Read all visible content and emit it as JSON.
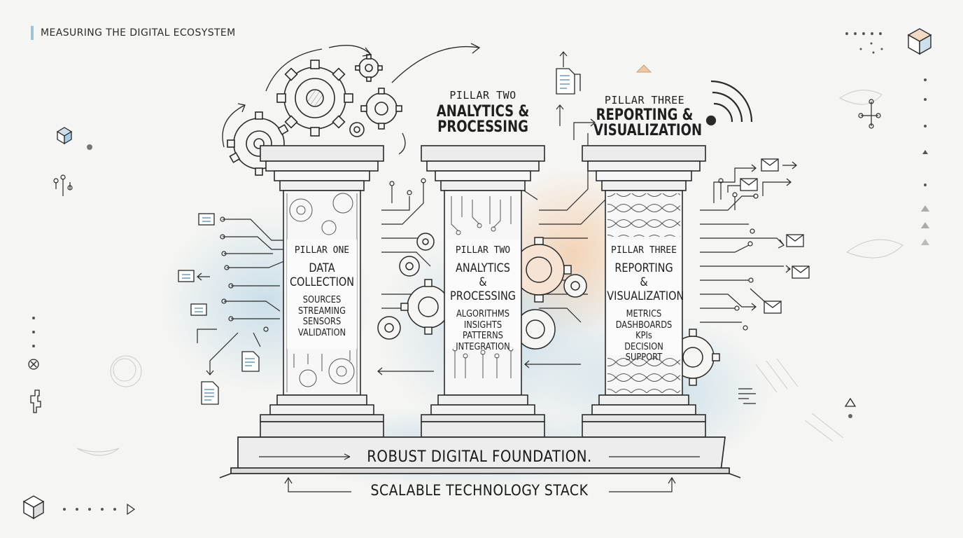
{
  "header": {
    "title": "MEASURING THE DIGITAL ECOSYSTEM"
  },
  "pillars": [
    {
      "top_small": "",
      "top_big_lines": [],
      "inner_small": "PILLAR ONE",
      "inner_big_lines": [
        "DATA",
        "COLLECTION"
      ],
      "items": [
        "SOURCES",
        "STREAMING",
        "SENSORS",
        "VALIDATION"
      ]
    },
    {
      "top_small": "PILLAR TWO",
      "top_big_lines": [
        "ANALYTICS &",
        "PROCESSING"
      ],
      "inner_small": "PILLAR TWO",
      "inner_big_lines": [
        "ANALYTICS",
        "& PROCESSING"
      ],
      "items": [
        "ALGORITHMS",
        "INSIGHTS",
        "PATTERNS",
        "INTEGRATION"
      ]
    },
    {
      "top_small": "PILLAR THREE",
      "top_big_lines": [
        "REPORTING &",
        "VISUALIZATION"
      ],
      "inner_small": "PILLAR THREE",
      "inner_big_lines": [
        "REPORTING",
        "& VISUALIZATION"
      ],
      "items": [
        "METRICS",
        "DASHBOARDS",
        "KPIs",
        "DECISION",
        "SUPPORT"
      ]
    }
  ],
  "foundation": {
    "label": "ROBUST DIGITAL FOUNDATION.",
    "stack_label": "SCALABLE TECHNOLOGY STACK"
  },
  "colors": {
    "ink": "#2a2a2a",
    "accent_blue": "#9cc3d6",
    "accent_orange": "#f2c7a2",
    "paper": "#f5f5f3"
  }
}
